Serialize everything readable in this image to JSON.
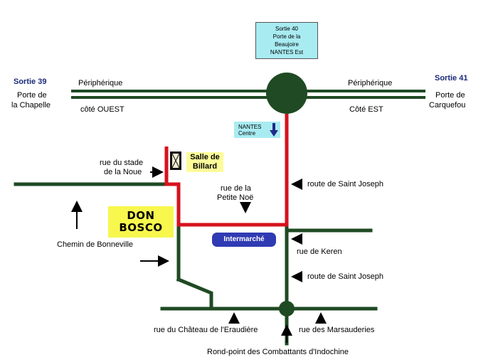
{
  "colors": {
    "road": "#1f4a23",
    "route": "#d6121d",
    "nantes_box": "#a8ecf2",
    "yellow_box": "#f7f74e",
    "pale_yellow_box": "#fdfc9a",
    "intermarche": "#2f3ab3",
    "exit_number": "#1a2a7a"
  },
  "exits": {
    "sortie40": {
      "number": "Sortie 40",
      "line1": "Porte de la",
      "line2": "Beaujoire",
      "city": "NANTES Est"
    },
    "sortie39": {
      "number": "Sortie 39",
      "line1": "Porte de",
      "line2": "la Chapelle"
    },
    "sortie41": {
      "number": "Sortie 41",
      "line1": "Porte de",
      "line2": "Carquefou"
    }
  },
  "ring_road": {
    "west_name": "Périphérique",
    "west_side": "côté OUEST",
    "east_name": "Périphérique",
    "east_side": "Côté EST"
  },
  "nantes_centre": {
    "line1": "NANTES",
    "line2": "Centre"
  },
  "billard": {
    "line1": "Salle de",
    "line2": "Billard"
  },
  "don_bosco": {
    "line1": "DON",
    "line2": "BOSCO"
  },
  "intermarche": "Intermarché",
  "streets": {
    "stade_noue_1": "rue du stade",
    "stade_noue_2": "de la Noue",
    "petite_noe_1": "rue de la",
    "petite_noe_2": "Petite Noë",
    "saint_joseph_upper": "route de Saint Joseph",
    "saint_joseph_lower": "route de Saint Joseph",
    "chemin_bonneville": "Chemin de Bonneville",
    "keren": "rue de Keren",
    "chateau": "rue du Château de l'Eraudière",
    "marsauderies": "rue des Marsauderies",
    "rond_point": "Rond-point des Combattants d'Indochine"
  },
  "icons": {
    "billard": "billiard-table-icon",
    "direction": "arrow-icon"
  }
}
